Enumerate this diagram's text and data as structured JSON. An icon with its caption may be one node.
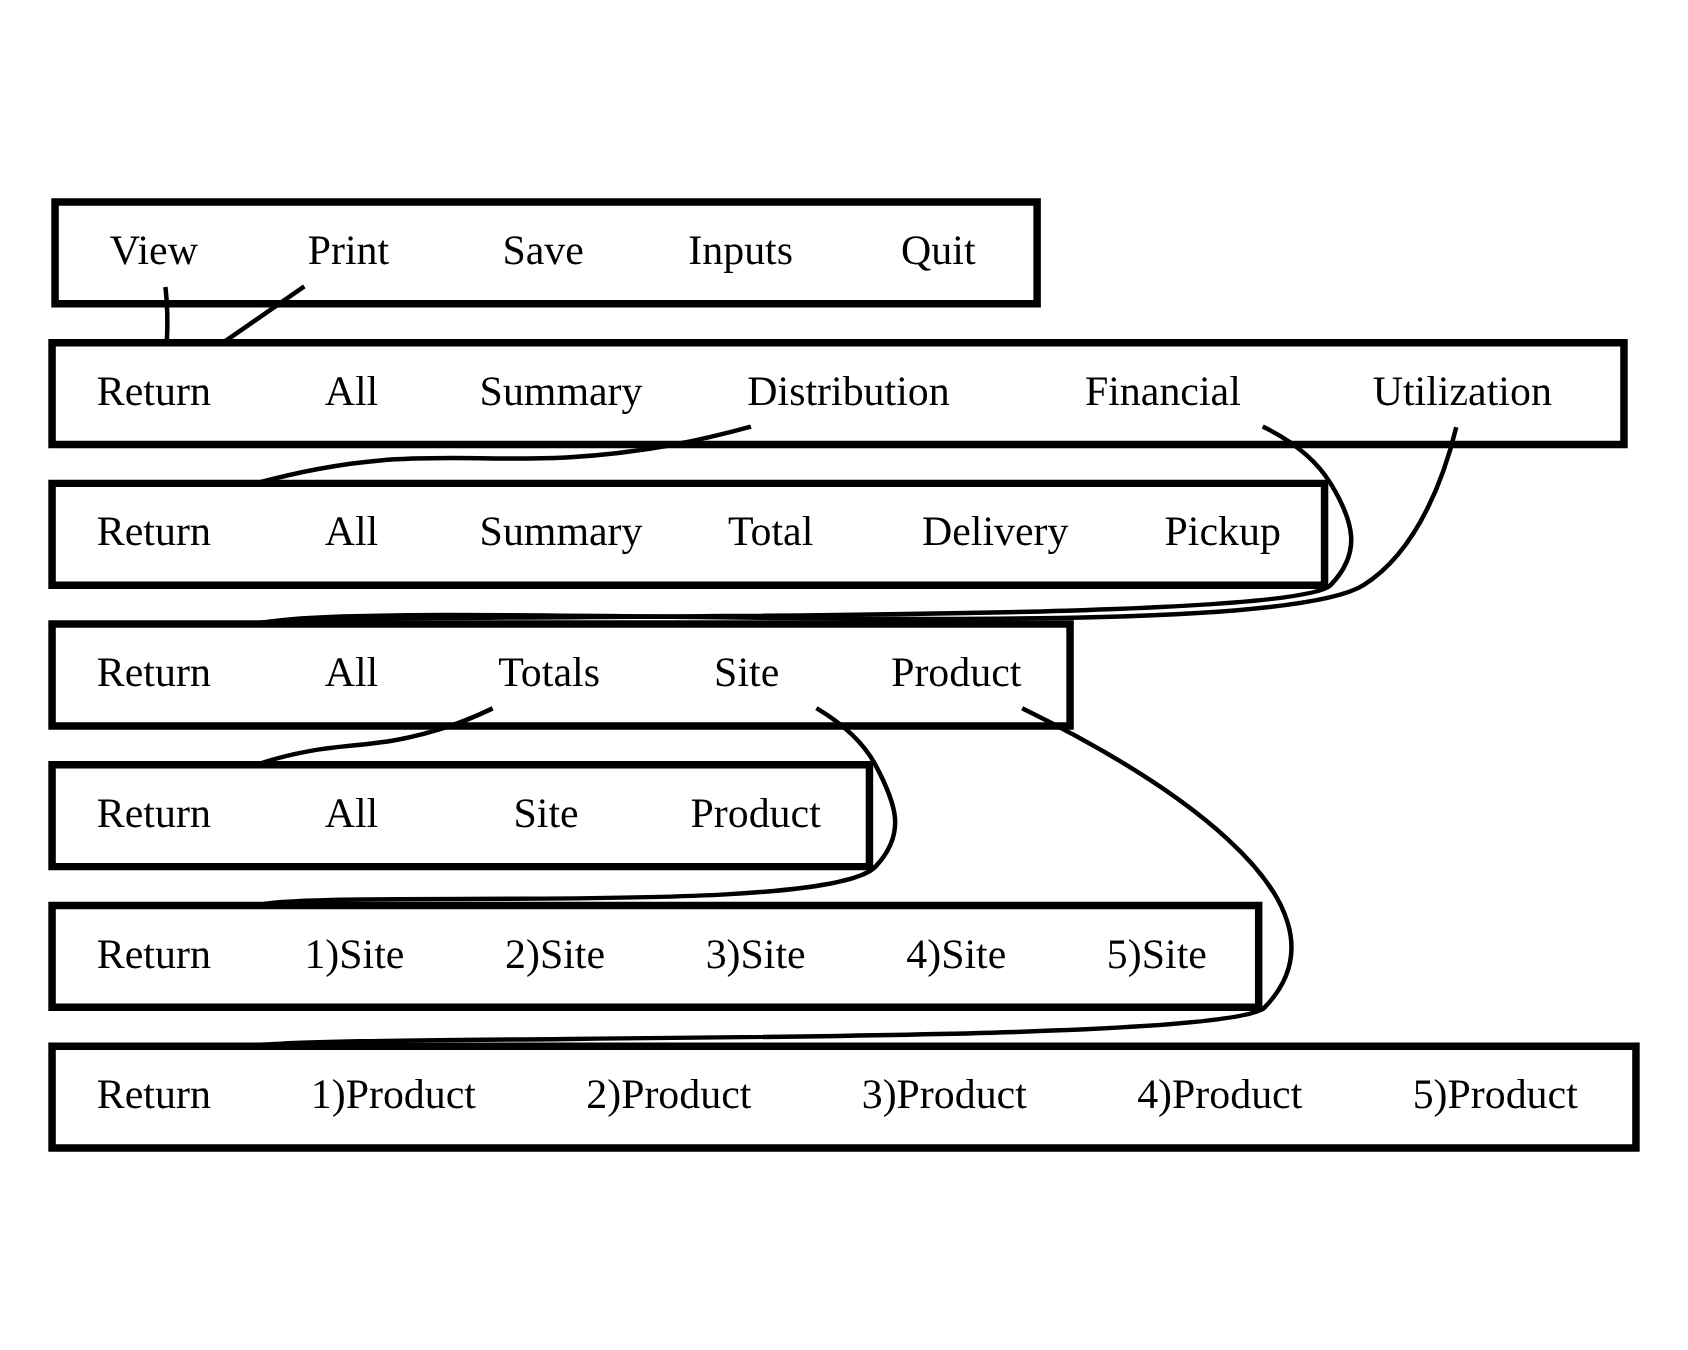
{
  "diagram": {
    "nodes": [
      {
        "text": [],
        "shape": "box"
      },
      {
        "text": [
          "View"
        ],
        "in": 0
      },
      {
        "text": [
          "Print"
        ],
        "in": 0
      },
      {
        "text": [
          "Save"
        ],
        "in": 0
      },
      {
        "text": [
          "Inputs"
        ],
        "in": 0
      },
      {
        "text": [
          "Quit"
        ],
        "in": 0
      },
      {
        "text": [],
        "shape": "box"
      },
      {
        "text": [
          "Return"
        ],
        "in": 6
      },
      {
        "text": [
          "All"
        ],
        "in": 6
      },
      {
        "text": [
          "Summary"
        ],
        "in": 6
      },
      {
        "text": [
          "Distribution"
        ],
        "in": 6
      },
      {
        "text": [
          "Financial"
        ],
        "in": 6
      },
      {
        "text": [
          "Utilization"
        ],
        "in": 6
      },
      {
        "text": [],
        "shape": "box"
      },
      {
        "text": [
          "Return"
        ],
        "in": 13
      },
      {
        "text": [
          "All"
        ],
        "in": 13
      },
      {
        "text": [
          "Summary"
        ],
        "in": 13
      },
      {
        "text": [
          "Total"
        ],
        "in": 13
      },
      {
        "text": [
          "Delivery"
        ],
        "in": 13
      },
      {
        "text": [
          "Pickup"
        ],
        "in": 13
      },
      {
        "text": [],
        "shape": "box"
      },
      {
        "text": [
          "Return"
        ],
        "in": 20
      },
      {
        "text": [
          "All"
        ],
        "in": 20
      },
      {
        "text": [
          "Totals"
        ],
        "in": 20
      },
      {
        "text": [
          "Site"
        ],
        "in": 20
      },
      {
        "text": [
          "Product"
        ],
        "in": 20
      },
      {
        "text": [],
        "shape": "box"
      },
      {
        "text": [
          "Return"
        ],
        "in": 26
      },
      {
        "text": [
          "All"
        ],
        "in": 26
      },
      {
        "text": [
          "Site"
        ],
        "in": 26
      },
      {
        "text": [
          "Product"
        ],
        "in": 26
      },
      {
        "text": [],
        "shape": "box"
      },
      {
        "text": [
          "Return"
        ],
        "in": 31
      },
      {
        "text": [
          "1)Site"
        ],
        "in": 31
      },
      {
        "text": [
          "2)Site"
        ],
        "in": 31
      },
      {
        "text": [
          "3)Site"
        ],
        "in": 31
      },
      {
        "text": [
          "4)Site"
        ],
        "in": 31
      },
      {
        "text": [
          "5)Site"
        ],
        "in": 31
      },
      {
        "text": [],
        "shape": "box"
      },
      {
        "text": [
          "Return"
        ],
        "in": 38
      },
      {
        "text": [
          "1)Product"
        ],
        "in": 38
      },
      {
        "text": [
          "2)Product"
        ],
        "in": 38
      },
      {
        "text": [
          "3)Product"
        ],
        "in": 38
      },
      {
        "text": [
          "4)Product"
        ],
        "in": 38
      },
      {
        "text": [
          "5)Product"
        ],
        "in": 38
      }
    ],
    "edges": [
      {
        "from": 1,
        "to": 6,
        "arrow": "none"
      },
      {
        "from": 2,
        "to": 6,
        "arrow": "none"
      },
      {
        "from": 10,
        "to": 13,
        "arrow": "none"
      },
      {
        "from": 11,
        "to": 20,
        "arrow": "none"
      },
      {
        "from": 12,
        "to": 20,
        "arrow": "none"
      },
      {
        "from": 23,
        "to": 26,
        "arrow": "none"
      },
      {
        "from": 24,
        "to": 31,
        "arrow": "none"
      },
      {
        "from": 25,
        "to": 38,
        "arrow": "none"
      }
    ]
  }
}
